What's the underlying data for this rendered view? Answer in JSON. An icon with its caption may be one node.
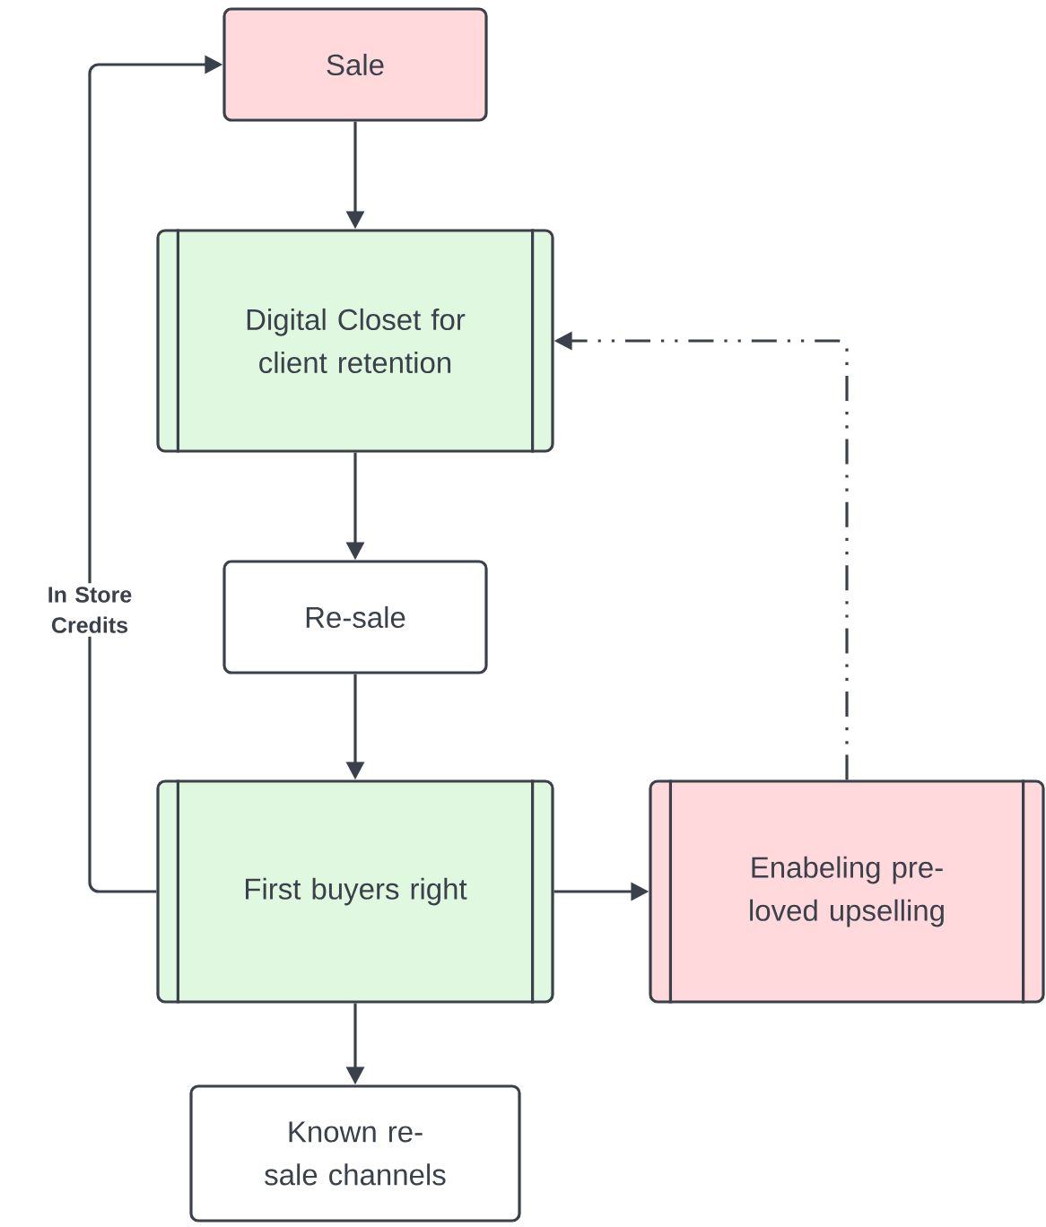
{
  "diagram": {
    "nodes": [
      {
        "text": [
          "Sale"
        ]
      },
      {
        "text": [
          "Digital Closet for client retention"
        ]
      },
      {
        "text": [
          "Re-sale"
        ]
      },
      {
        "text": [
          "First buyers right"
        ]
      },
      {
        "text": [
          "Enabeling pre-loved upselling"
        ]
      },
      {
        "text": [
          "Known re-sale channels"
        ]
      }
    ],
    "edges": [
      {
        "from": 0,
        "to": 1,
        "arrow": "to"
      },
      {
        "from": 1,
        "to": 2,
        "arrow": "to"
      },
      {
        "from": 2,
        "to": 3,
        "arrow": "to"
      },
      {
        "from": 3,
        "to": 0,
        "arrow": "to",
        "label": "In Store Credits"
      },
      {
        "from": 3,
        "to": 4,
        "arrow": "to"
      },
      {
        "from": 4,
        "to": 1,
        "arrow": "to",
        "style": "dashed"
      },
      {
        "from": 3,
        "to": 5,
        "arrow": "to"
      }
    ]
  }
}
